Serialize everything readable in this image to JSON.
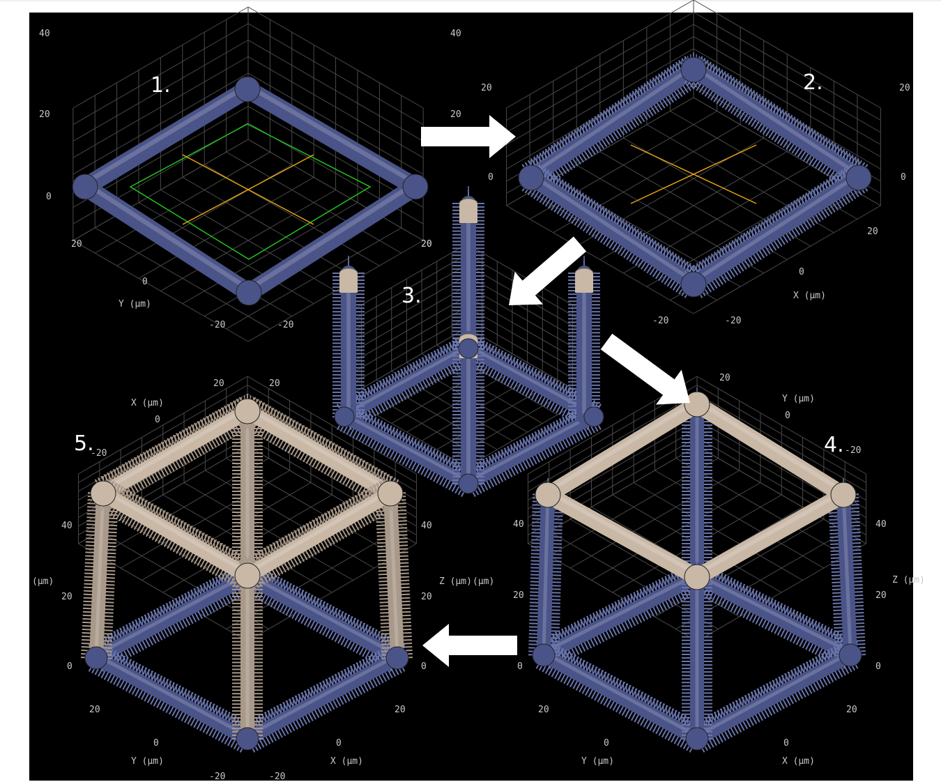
{
  "figure": {
    "steps": [
      {
        "id": "1",
        "label": "1."
      },
      {
        "id": "2",
        "label": "2."
      },
      {
        "id": "3",
        "label": "3."
      },
      {
        "id": "4",
        "label": "4."
      },
      {
        "id": "5",
        "label": "5."
      }
    ],
    "axis_titles": {
      "x": "X (μm)",
      "y": "Y (μm)",
      "z": "Z (μm)",
      "um_fragment": "(μm)",
      "z_overlap": "Z (μm)",
      "z_overlap_tail": "(μm)"
    },
    "tick_values": {
      "v40": "40",
      "v20": "20",
      "v0": "0",
      "vneg20": "-20"
    },
    "colors": {
      "background": "#000000",
      "frame_border": "#ffffff",
      "grid": "#4a4a4a",
      "blue_rod": "#4a5488",
      "blue_spike": "#6b76ad",
      "beige_rod": "#c9b8a6",
      "beige_spike": "#a9998a",
      "outline_green": "#22c31e",
      "center_orange": "#e8a21a",
      "arrow": "#ffffff"
    },
    "icons": [
      "arrow-right-icon",
      "arrow-down-left-icon",
      "arrow-down-right-icon",
      "arrow-left-icon"
    ]
  }
}
